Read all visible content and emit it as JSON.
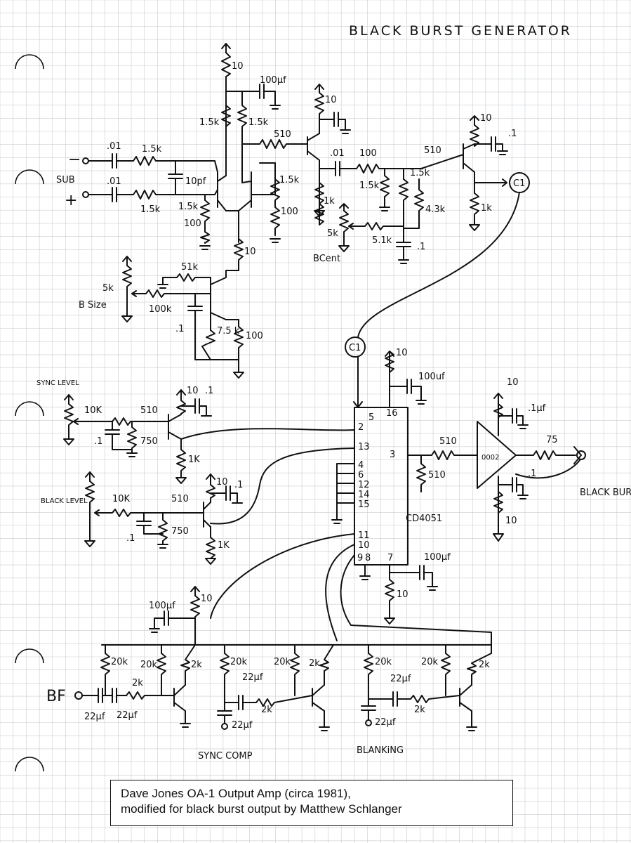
{
  "title": "BLACK BURST GENERATOR",
  "caption": {
    "line1": "Dave Jones OA-1 Output Amp (circa 1981),",
    "line2": "modified for black burst output by Matthew Schlanger"
  },
  "labels": {
    "v10": "10",
    "c100uf_top": "100μf",
    "r15k_a": "1.5k",
    "r15k_b": "1.5k",
    "r510_a": "510",
    "c01_a": ".01",
    "c01_b": ".01",
    "c01_c": ".01",
    "r15k_in1": "1.5k",
    "r15k_in2": "1.5k",
    "r15k_c": "1.5k",
    "r15k_d": "1.5k",
    "c10pf": "10pf",
    "sub": "SUB",
    "minus": "−",
    "plus": "+",
    "r100_a": "100",
    "r100_b": "100",
    "r100_c": "100",
    "r1k_a": "1k",
    "r1k_b": "1k",
    "r15k_e": "1.5k",
    "r15k_f": "1.5k",
    "r43k": "4.3k",
    "r5k": "5k",
    "r51k_b": "5.1k",
    "bcent": "BCent",
    "c01_d": ".1",
    "r510_b": "510",
    "c1_a": "C1",
    "c1_b": "C1",
    "r10_mid": "10",
    "r51k": "51k",
    "r100k": "100k",
    "bsize": "B Size",
    "pot5k": "5k",
    "c1_c": ".1",
    "r75k": "7.5 k",
    "r100_d": "100",
    "sync_level": "SYNC LEVEL",
    "black_level": "BLACK LEVEL",
    "r10k_a": "10K",
    "r10k_b": "10K",
    "r510_c": "510",
    "r510_d": "510",
    "c01_e": ".1",
    "c01_f": ".1",
    "r750_a": "750",
    "r750_b": "750",
    "r1k_c": "1K",
    "r1k_d": "1K",
    "r10_c": "10",
    "r10_d": "10",
    "c1_e": ".1",
    "c1_f": ".1",
    "cd4051": "CD4051",
    "pin5": "5",
    "pin2": "2",
    "pin13": "13",
    "pin16": "16",
    "pin3": "3",
    "pin4": "4",
    "pin6": "6",
    "pin12": "12",
    "pin14": "14",
    "pin15": "15",
    "pin11": "11",
    "pin10": "10",
    "pin9": "9",
    "pin8": "8",
    "pin7": "7",
    "c100uf_ic": "100uf",
    "r10_ic": "10",
    "r510_out": "510",
    "r510_gnd": "510",
    "opamp": "0002",
    "r75": "75",
    "r10_op1": "10",
    "r10_op2": "10",
    "c1uf": ".1μf",
    "c1_op": ".1",
    "black_burst": "BLACK BURST",
    "r10_ic2": "10",
    "c100uf_bot": "100μf",
    "r10_bot": "10",
    "bf": "BF",
    "r20k_a": "20k",
    "r20k_b": "20k",
    "r20k_c": "20k",
    "r20k_d": "20k",
    "r20k_e": "20k",
    "r20k_f": "20k",
    "r2k_a": "2k",
    "r2k_b": "2k",
    "r2k_c": "2k",
    "r2k_d": "2k",
    "r2k_e": "2k",
    "r2k_f": "2k",
    "c22uf_a": "22μf",
    "c22uf_b": "22μf",
    "c22uf_c": "22μf",
    "c22uf_d": "22μf",
    "c22uf_e": "22μf",
    "c22uf_f": "22μf",
    "sync_comp": "SYNC COMP",
    "blanking": "BLANKiNG"
  }
}
